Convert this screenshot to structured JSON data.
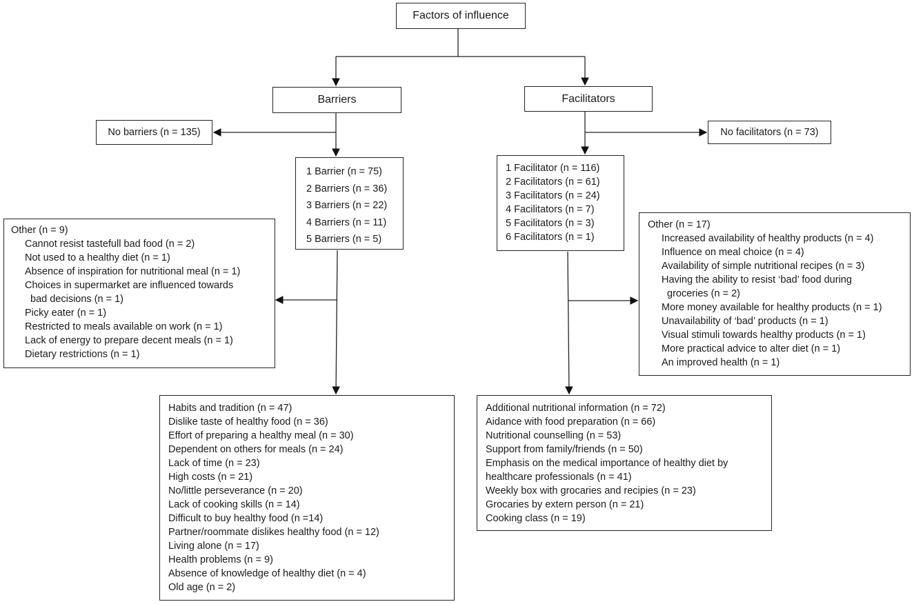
{
  "root": "Factors of influence",
  "barriers": {
    "title": "Barriers",
    "none": "No barriers (n = 135)",
    "counts": [
      "1 Barrier (n = 75)",
      "2 Barriers (n = 36)",
      "3 Barriers (n = 22)",
      "4 Barriers (n = 11)",
      "5 Barriers (n = 5)"
    ],
    "other_title": "Other (n = 9)",
    "other_items": [
      "Cannot resist tastefull bad food (n = 2)",
      "Not used to a healthy diet (n = 1)",
      "Absence of inspiration for nutritional meal (n = 1)",
      "Choices in supermarket are influenced towards",
      "bad decisions (n = 1)",
      "Picky eater (n = 1)",
      "Restricted to meals available on work (n = 1)",
      "Lack of energy to prepare decent meals (n = 1)",
      "Dietary restrictions (n = 1)"
    ],
    "list": [
      "Habits and tradition (n = 47)",
      "Dislike taste of healthy food (n = 36)",
      "Effort of preparing a healthy meal (n = 30)",
      "Dependent on others for meals (n = 24)",
      "Lack of time (n = 23)",
      "High costs (n = 21)",
      "No/little perseverance (n = 20)",
      "Lack of cooking skills (n = 14)",
      "Difficult to buy healthy food (n =14)",
      "Partner/roommate dislikes healthy food (n = 12)",
      "Living alone (n = 17)",
      "Health problems (n = 9)",
      "Absence of knowledge of healthy diet (n = 4)",
      "Old age (n = 2)"
    ]
  },
  "facilitators": {
    "title": "Facilitators",
    "none": "No facilitators (n = 73)",
    "counts": [
      "1 Facilitator (n = 116)",
      "2 Facilitators (n = 61)",
      "3 Facilitators (n = 24)",
      "4 Facilitators (n = 7)",
      "5 Facilitators (n = 3)",
      "6 Facilitators (n = 1)"
    ],
    "other_title": "Other (n = 17)",
    "other_items": [
      "Increased availability of healthy products (n = 4)",
      "Influence on meal choice (n = 4)",
      "Availability of simple nutritional recipes (n = 3)",
      "Having the ability to resist ‘bad’ food during",
      "groceries (n = 2)",
      "More money available for healthy products (n = 1)",
      "Unavailability of ‘bad’ products (n = 1)",
      "Visual stimuli towards healthy products (n = 1)",
      "More practical advice to alter diet (n = 1)",
      "An improved health (n = 1)"
    ],
    "list": [
      "Additional nutritional information (n = 72)",
      "Aidance with food preparation (n = 66)",
      "Nutritional counselling (n = 53)",
      "Support from family/friends (n = 50)",
      "Emphasis on the medical importance of healthy diet by",
      "healthcare professionals (n = 41)",
      "Weekly box with grocaries and recipies (n = 23)",
      "Grocaries by extern person (n = 21)",
      "Cooking class (n = 19)"
    ]
  }
}
